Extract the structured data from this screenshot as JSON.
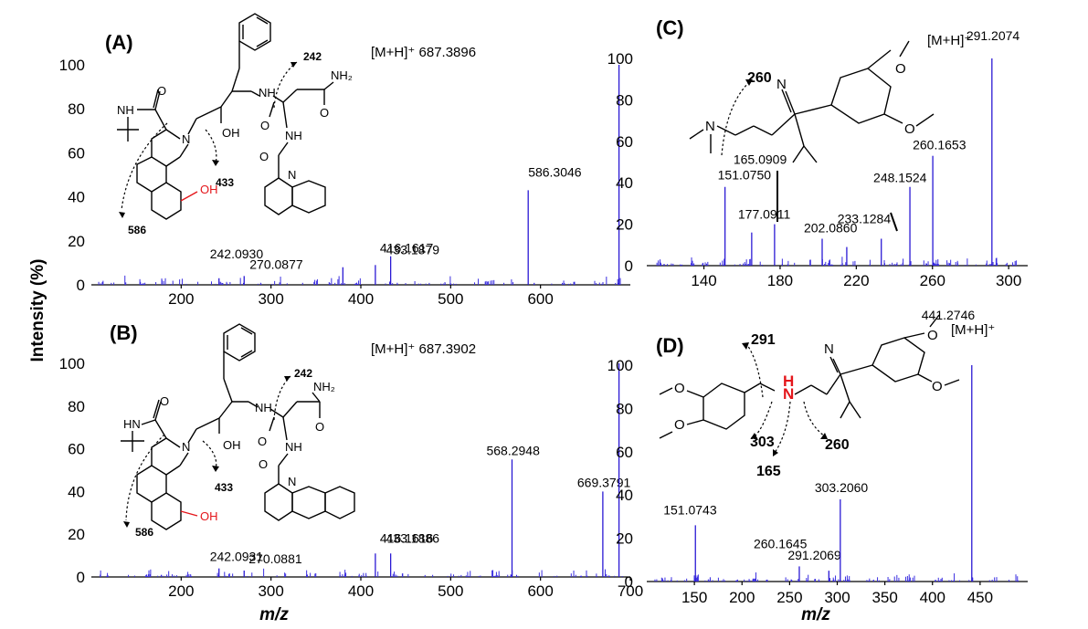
{
  "figure": {
    "y_axis_title": "Intensity (%)",
    "x_axis_title": "m/z",
    "peak_color": "#2a19d4",
    "highlight_color": "#e4161b"
  },
  "chart_data": [
    {
      "panel": "(A)",
      "type": "bar",
      "ylim": [
        0,
        100
      ],
      "yticks": [
        0,
        20,
        40,
        60,
        80,
        100
      ],
      "xlim": [
        100,
        700
      ],
      "xticks": [
        200,
        300,
        400,
        500,
        600
      ],
      "precursor_label": "[M+H]⁺ 687.3896",
      "peaks": [
        {
          "mz": 242.093,
          "intensity": 3,
          "label": "242.0930"
        },
        {
          "mz": 270.0877,
          "intensity": 4,
          "label": "270.0877"
        },
        {
          "mz": 380.0,
          "intensity": 8,
          "label": ""
        },
        {
          "mz": 416.1617,
          "intensity": 9,
          "label": "416.1617"
        },
        {
          "mz": 433.1879,
          "intensity": 13,
          "label": "433.1879"
        },
        {
          "mz": 586.3046,
          "intensity": 43,
          "label": "586.3046"
        },
        {
          "mz": 687.3896,
          "intensity": 100,
          "label": ""
        }
      ]
    },
    {
      "panel": "(B)",
      "type": "bar",
      "ylim": [
        0,
        100
      ],
      "yticks": [
        0,
        20,
        40,
        60,
        80,
        100
      ],
      "xlim": [
        100,
        700
      ],
      "xticks": [
        200,
        300,
        400,
        500,
        600,
        700
      ],
      "precursor_label": "[M+H]⁺ 687.3902",
      "peaks": [
        {
          "mz": 242.0931,
          "intensity": 4,
          "label": "242.0931"
        },
        {
          "mz": 270.0881,
          "intensity": 3,
          "label": "270.0881"
        },
        {
          "mz": 416.1616,
          "intensity": 11,
          "label": "416.1616"
        },
        {
          "mz": 433.1886,
          "intensity": 11,
          "label": "433.1886"
        },
        {
          "mz": 568.2948,
          "intensity": 55,
          "label": "568.2948"
        },
        {
          "mz": 669.3791,
          "intensity": 40,
          "label": "669.3791"
        },
        {
          "mz": 687.3902,
          "intensity": 100,
          "label": ""
        }
      ]
    },
    {
      "panel": "(C)",
      "type": "bar",
      "ylim": [
        0,
        100
      ],
      "yticks": [
        0,
        20,
        40,
        60,
        80,
        100
      ],
      "xlim": [
        110,
        310
      ],
      "xticks": [
        140,
        180,
        220,
        260,
        300
      ],
      "xtick_labels": [
        "140",
        "180",
        "220",
        "260",
        "300"
      ],
      "precursor_label": "[M+H]⁺",
      "peaks": [
        {
          "mz": 151.075,
          "intensity": 38,
          "label": "151.0750"
        },
        {
          "mz": 165.0909,
          "intensity": 16,
          "label": "165.0909"
        },
        {
          "mz": 177.0911,
          "intensity": 20,
          "label": "177.0911"
        },
        {
          "mz": 202.086,
          "intensity": 13,
          "label": "202.0860"
        },
        {
          "mz": 215.0,
          "intensity": 9,
          "label": ""
        },
        {
          "mz": 233.1284,
          "intensity": 13,
          "label": "233.1284"
        },
        {
          "mz": 248.1524,
          "intensity": 38,
          "label": "248.1524"
        },
        {
          "mz": 260.1653,
          "intensity": 53,
          "label": "260.1653"
        },
        {
          "mz": 291.2074,
          "intensity": 100,
          "label": "291.2074"
        }
      ]
    },
    {
      "panel": "(D)",
      "type": "bar",
      "ylim": [
        0,
        100
      ],
      "yticks": [
        0,
        20,
        40,
        60,
        80,
        100
      ],
      "xlim": [
        100,
        500
      ],
      "xticks": [
        150,
        200,
        250,
        300,
        350,
        400,
        450
      ],
      "precursor_label": "[M+H]⁺",
      "peaks": [
        {
          "mz": 151.0743,
          "intensity": 26,
          "label": "151.0743"
        },
        {
          "mz": 260.1645,
          "intensity": 7,
          "label": "260.1645"
        },
        {
          "mz": 291.2069,
          "intensity": 5,
          "label": "291.2069"
        },
        {
          "mz": 303.206,
          "intensity": 38,
          "label": "303.2060"
        },
        {
          "mz": 441.2746,
          "intensity": 100,
          "label": "441.2746"
        }
      ]
    }
  ],
  "structures": {
    "A": {
      "labels": [
        "NH",
        "O",
        "N",
        "OH",
        "NH",
        "O",
        "NH₂",
        "O",
        "NH",
        "O",
        "N",
        "OH"
      ],
      "fragments": [
        "242",
        "433",
        "586"
      ]
    },
    "B": {
      "labels": [
        "HN",
        "O",
        "N",
        "OH",
        "NH",
        "O",
        "NH₂",
        "O",
        "NH",
        "O",
        "N",
        "OH"
      ],
      "fragments": [
        "242",
        "433",
        "586"
      ]
    },
    "C": {
      "labels": [
        "N",
        "N",
        "O",
        "O"
      ],
      "fragments": [
        "260"
      ]
    },
    "D": {
      "labels": [
        "O",
        "O",
        "H",
        "N",
        "N",
        "O",
        "O"
      ],
      "fragments": [
        "291",
        "303",
        "165",
        "260"
      ]
    }
  }
}
